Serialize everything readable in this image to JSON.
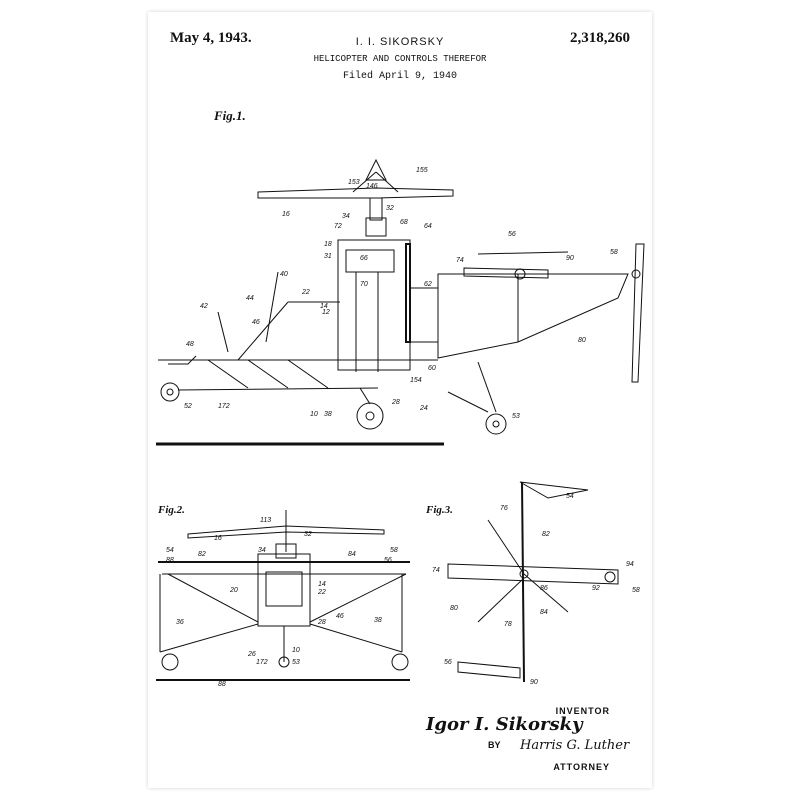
{
  "header": {
    "date": "May 4, 1943.",
    "inventor": "I. I. SIKORSKY",
    "patent_number": "2,318,260",
    "title": "HELICOPTER AND CONTROLS THEREFOR",
    "filed": "Filed April 9, 1940"
  },
  "figures": {
    "fig1": "Fig.1.",
    "fig2": "Fig.2.",
    "fig3": "Fig.3."
  },
  "fig1_numbers": [
    "155",
    "153",
    "146",
    "32",
    "16",
    "34",
    "72",
    "68",
    "64",
    "18",
    "31",
    "66",
    "56",
    "74",
    "90",
    "58",
    "40",
    "22",
    "70",
    "62",
    "44",
    "42",
    "14",
    "12",
    "46",
    "48",
    "60",
    "80",
    "154",
    "52",
    "172",
    "10",
    "38",
    "28",
    "24",
    "53"
  ],
  "fig2_numbers": [
    "113",
    "32",
    "16",
    "34",
    "54",
    "58",
    "88",
    "84",
    "56",
    "82",
    "20",
    "46",
    "14",
    "22",
    "36",
    "28",
    "38",
    "172",
    "26",
    "10",
    "53",
    "88"
  ],
  "fig3_numbers": [
    "54",
    "76",
    "82",
    "74",
    "86",
    "94",
    "80",
    "92",
    "58",
    "84",
    "78",
    "56",
    "90"
  ],
  "signature": {
    "inventor_caption": "INVENTOR",
    "inventor_name": "Igor I. Sikorsky",
    "by": "BY",
    "attorney_name": "Harris G. Luther",
    "attorney_caption": "ATTORNEY"
  }
}
